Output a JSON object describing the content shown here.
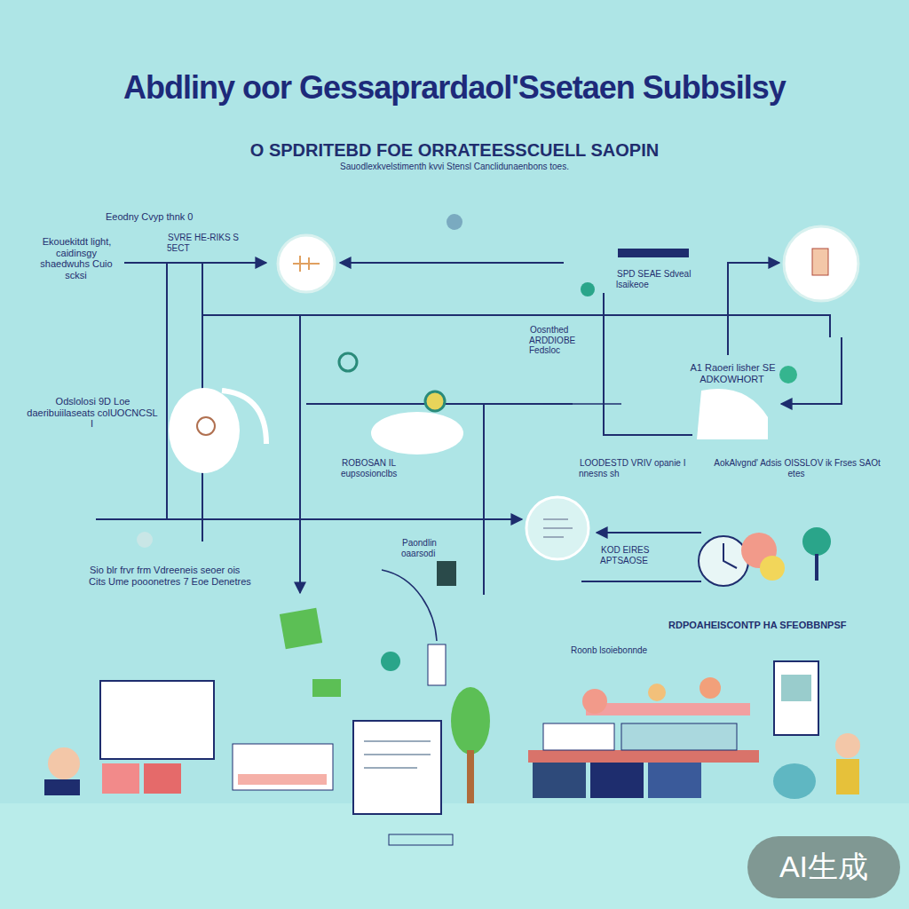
{
  "diagram": {
    "title": "Abdliny oor Gessaprardaol'Ssetaen Subbsilsy",
    "nodes": [
      {
        "text": [
          "AI生成"
        ]
      }
    ],
    "labels": [
      "O SPDRITEBD FOE ORRATEESSCUELL SAOPIN",
      "Sauodlexkvelstimenth kvvi Stensl Canclidunaenbons toes.",
      "Eeodny Cvyp thnk 0",
      "Ekouekitdt light, caidinsgy shaedwuhs Cuio scksi",
      "SVRE HE-RIKS S 5ECT",
      "SPD SEAE Sdveal lsaikeoe",
      "Oosnthed ARDDIOBE Fedsloc",
      "A1 Raoeri lisher SE ADKOWHORT",
      "Odslolosi 9D Loe daeribuiilaseats colUOCNCSL I",
      "ROBOSAN IL eupsosionclbs",
      "LOODESTD VRIV opanie I nnesns sh",
      "AokAlvgnd' Adsis OISSLOV ik Frses SAOt etes",
      "Paondlin oaarsodi",
      "KOD EIRES APTSAOSE",
      "Sio blr frvr frm Vdreeneis seoer ois Cits Ume pooonetres 7 Eoe Denetres",
      "RDPOAHEISCONTP HA SFEOBBNPSF",
      "Roonb lsoiebonnde"
    ]
  }
}
